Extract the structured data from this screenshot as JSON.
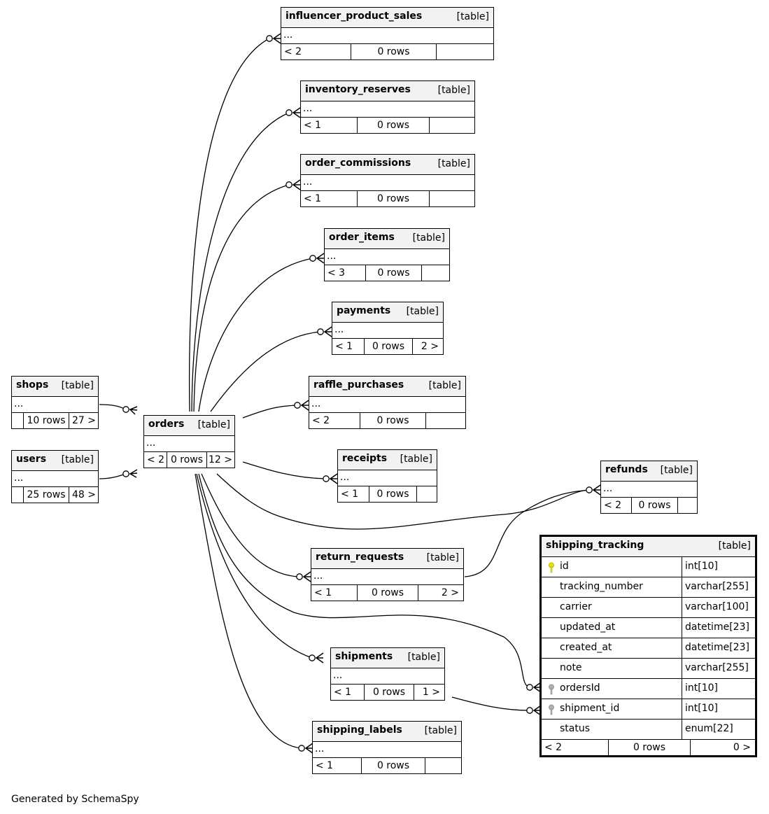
{
  "tables": {
    "influencer_product_sales": {
      "name": "influencer_product_sales",
      "type": "[table]",
      "ellipsis": "...",
      "parents": "< 2",
      "rows": "0 rows",
      "children": ""
    },
    "inventory_reserves": {
      "name": "inventory_reserves",
      "type": "[table]",
      "ellipsis": "...",
      "parents": "< 1",
      "rows": "0 rows",
      "children": ""
    },
    "order_commissions": {
      "name": "order_commissions",
      "type": "[table]",
      "ellipsis": "...",
      "parents": "< 1",
      "rows": "0 rows",
      "children": ""
    },
    "order_items": {
      "name": "order_items",
      "type": "[table]",
      "ellipsis": "...",
      "parents": "< 3",
      "rows": "0 rows",
      "children": ""
    },
    "payments": {
      "name": "payments",
      "type": "[table]",
      "ellipsis": "...",
      "parents": "< 1",
      "rows": "0 rows",
      "children": "2 >"
    },
    "raffle_purchases": {
      "name": "raffle_purchases",
      "type": "[table]",
      "ellipsis": "...",
      "parents": "< 2",
      "rows": "0 rows",
      "children": ""
    },
    "shops": {
      "name": "shops",
      "type": "[table]",
      "ellipsis": "...",
      "parents": "",
      "rows": "10 rows",
      "children": "27 >"
    },
    "users": {
      "name": "users",
      "type": "[table]",
      "ellipsis": "...",
      "parents": "",
      "rows": "25 rows",
      "children": "48 >"
    },
    "orders": {
      "name": "orders",
      "type": "[table]",
      "ellipsis": "...",
      "parents": "< 2",
      "rows": "0 rows",
      "children": "12 >"
    },
    "receipts": {
      "name": "receipts",
      "type": "[table]",
      "ellipsis": "...",
      "parents": "< 1",
      "rows": "0 rows",
      "children": ""
    },
    "refunds": {
      "name": "refunds",
      "type": "[table]",
      "ellipsis": "...",
      "parents": "< 2",
      "rows": "0 rows",
      "children": ""
    },
    "return_requests": {
      "name": "return_requests",
      "type": "[table]",
      "ellipsis": "...",
      "parents": "< 1",
      "rows": "0 rows",
      "children": "2 >"
    },
    "shipments": {
      "name": "shipments",
      "type": "[table]",
      "ellipsis": "...",
      "parents": "< 1",
      "rows": "0 rows",
      "children": "1 >"
    },
    "shipping_labels": {
      "name": "shipping_labels",
      "type": "[table]",
      "ellipsis": "...",
      "parents": "< 1",
      "rows": "0 rows",
      "children": ""
    }
  },
  "focus_table": {
    "name": "shipping_tracking",
    "type": "[table]",
    "columns": [
      {
        "name": "id",
        "type": "int[10]",
        "key": "primary"
      },
      {
        "name": "tracking_number",
        "type": "varchar[255]",
        "key": ""
      },
      {
        "name": "carrier",
        "type": "varchar[100]",
        "key": ""
      },
      {
        "name": "updated_at",
        "type": "datetime[23]",
        "key": ""
      },
      {
        "name": "created_at",
        "type": "datetime[23]",
        "key": ""
      },
      {
        "name": "note",
        "type": "varchar[255]",
        "key": ""
      },
      {
        "name": "ordersId",
        "type": "int[10]",
        "key": "foreign"
      },
      {
        "name": "shipment_id",
        "type": "int[10]",
        "key": "foreign"
      },
      {
        "name": "status",
        "type": "enum[22]",
        "key": ""
      }
    ],
    "parents": "< 2",
    "rows": "0 rows",
    "children": "0 >"
  },
  "footer": {
    "text": "Generated by SchemaSpy"
  },
  "colors": {
    "header_bg": "#f2f2f2",
    "primary_key": "#e6e600",
    "foreign_key": "#b0b0b0"
  }
}
